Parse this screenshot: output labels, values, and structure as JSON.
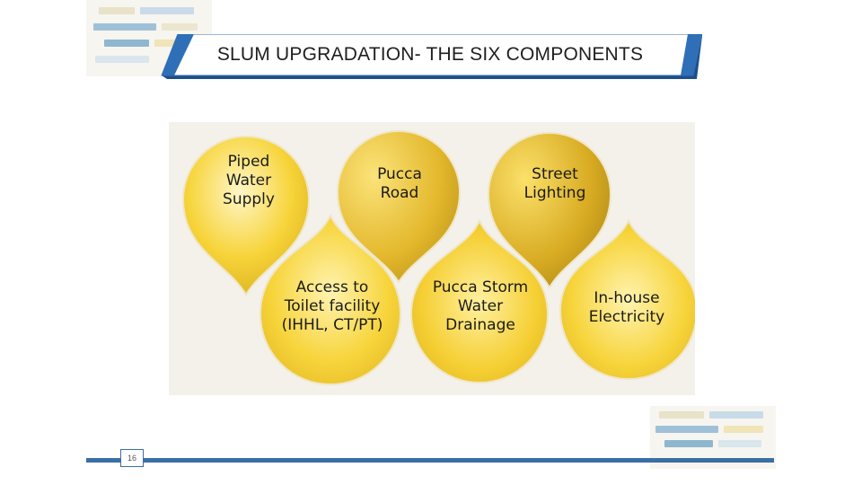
{
  "slide": {
    "title": "SLUM UPGRADATION- THE SIX COMPONENTS",
    "number": "16"
  },
  "components": [
    {
      "lines": [
        "Piped",
        "Water",
        "Supply"
      ]
    },
    {
      "lines": [
        "Pucca",
        "Road"
      ]
    },
    {
      "lines": [
        "Street",
        "Lighting"
      ]
    },
    {
      "lines": [
        "Access to",
        "Toilet facility",
        "(IHHL, CT/PT)"
      ]
    },
    {
      "lines": [
        "Pucca Storm",
        "Water",
        "Drainage"
      ]
    },
    {
      "lines": [
        "In-house",
        "Electricity"
      ]
    }
  ],
  "colors": {
    "banner_blue": "#2f6fb8",
    "drop_yellow": "#f7d43a",
    "drop_gold": "#c9a227",
    "footer_blue": "#3a6ea5"
  }
}
